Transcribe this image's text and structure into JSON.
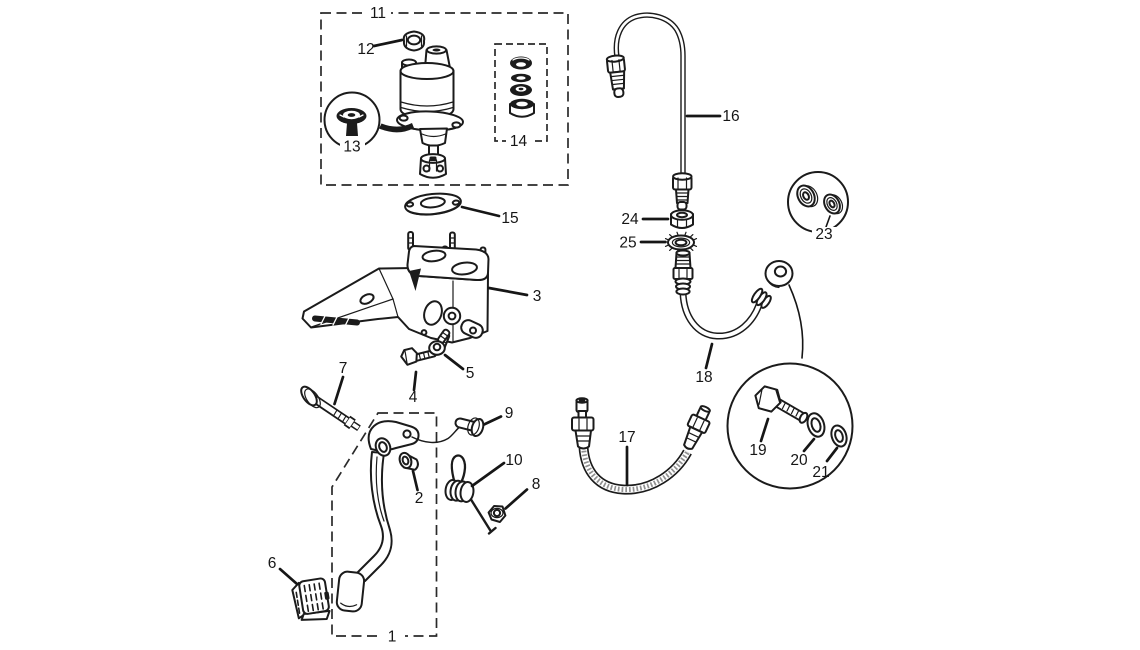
{
  "diagram": {
    "background_color": "#ffffff",
    "line_color": "#1b1b1b",
    "callouts": {
      "c1": "1",
      "c2": "2",
      "c3": "3",
      "c4": "4",
      "c5": "5",
      "c6": "6",
      "c7": "7",
      "c8": "8",
      "c9": "9",
      "c10": "10",
      "c11": "11",
      "c12": "12",
      "c13": "13",
      "c14": "14",
      "c15": "15",
      "c16": "16",
      "c17": "17",
      "c18": "18",
      "c19": "19",
      "c20": "20",
      "c21": "21",
      "c23": "23",
      "c24": "24",
      "c25": "25"
    }
  }
}
